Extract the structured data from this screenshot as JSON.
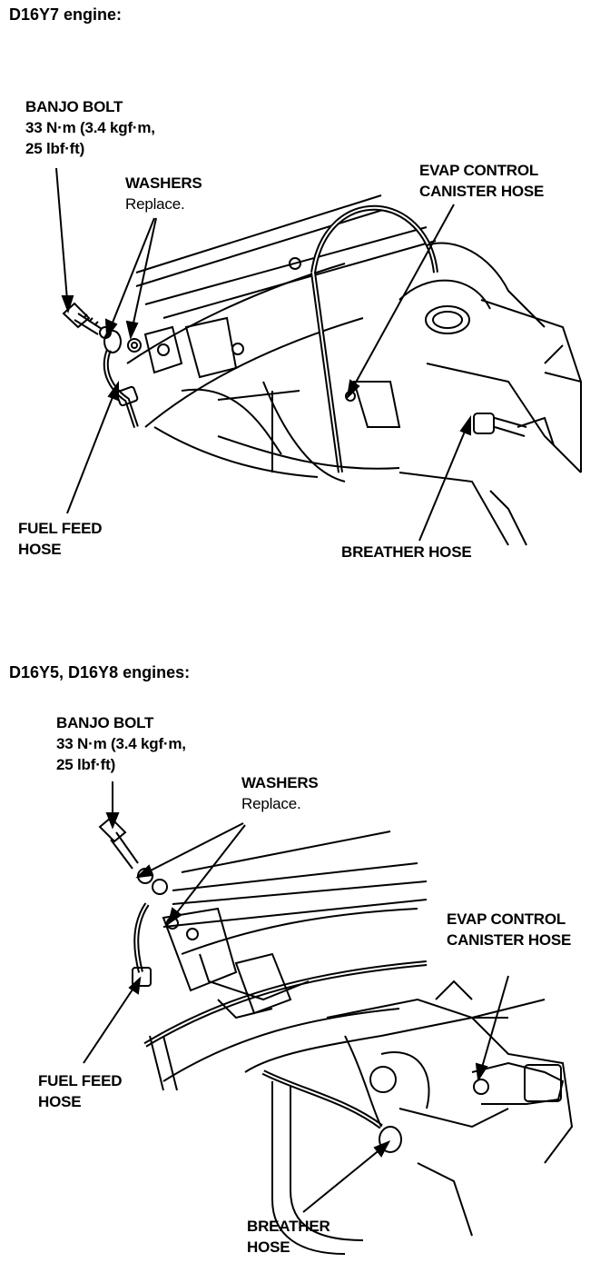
{
  "panels": [
    {
      "title": "D16Y7 engine:",
      "labels": {
        "banjo_bolt": [
          "BANJO BOLT",
          "33 N·m (3.4 kgf·m,",
          "25 lbf·ft)"
        ],
        "washers": [
          "WASHERS",
          "Replace."
        ],
        "evap": [
          "EVAP CONTROL",
          "CANISTER HOSE"
        ],
        "fuel_feed": [
          "FUEL FEED",
          "HOSE"
        ],
        "breather": [
          "BREATHER HOSE"
        ]
      }
    },
    {
      "title": "D16Y5, D16Y8 engines:",
      "labels": {
        "banjo_bolt": [
          "BANJO BOLT",
          "33 N·m (3.4 kgf·m,",
          "25 lbf·ft)"
        ],
        "washers": [
          "WASHERS",
          "Replace."
        ],
        "evap": [
          "EVAP CONTROL",
          "CANISTER HOSE"
        ],
        "fuel_feed": [
          "FUEL FEED",
          "HOSE"
        ],
        "breather": [
          "BREATHER",
          "HOSE"
        ]
      }
    }
  ],
  "colors": {
    "ink": "#000000",
    "paper": "#ffffff"
  }
}
